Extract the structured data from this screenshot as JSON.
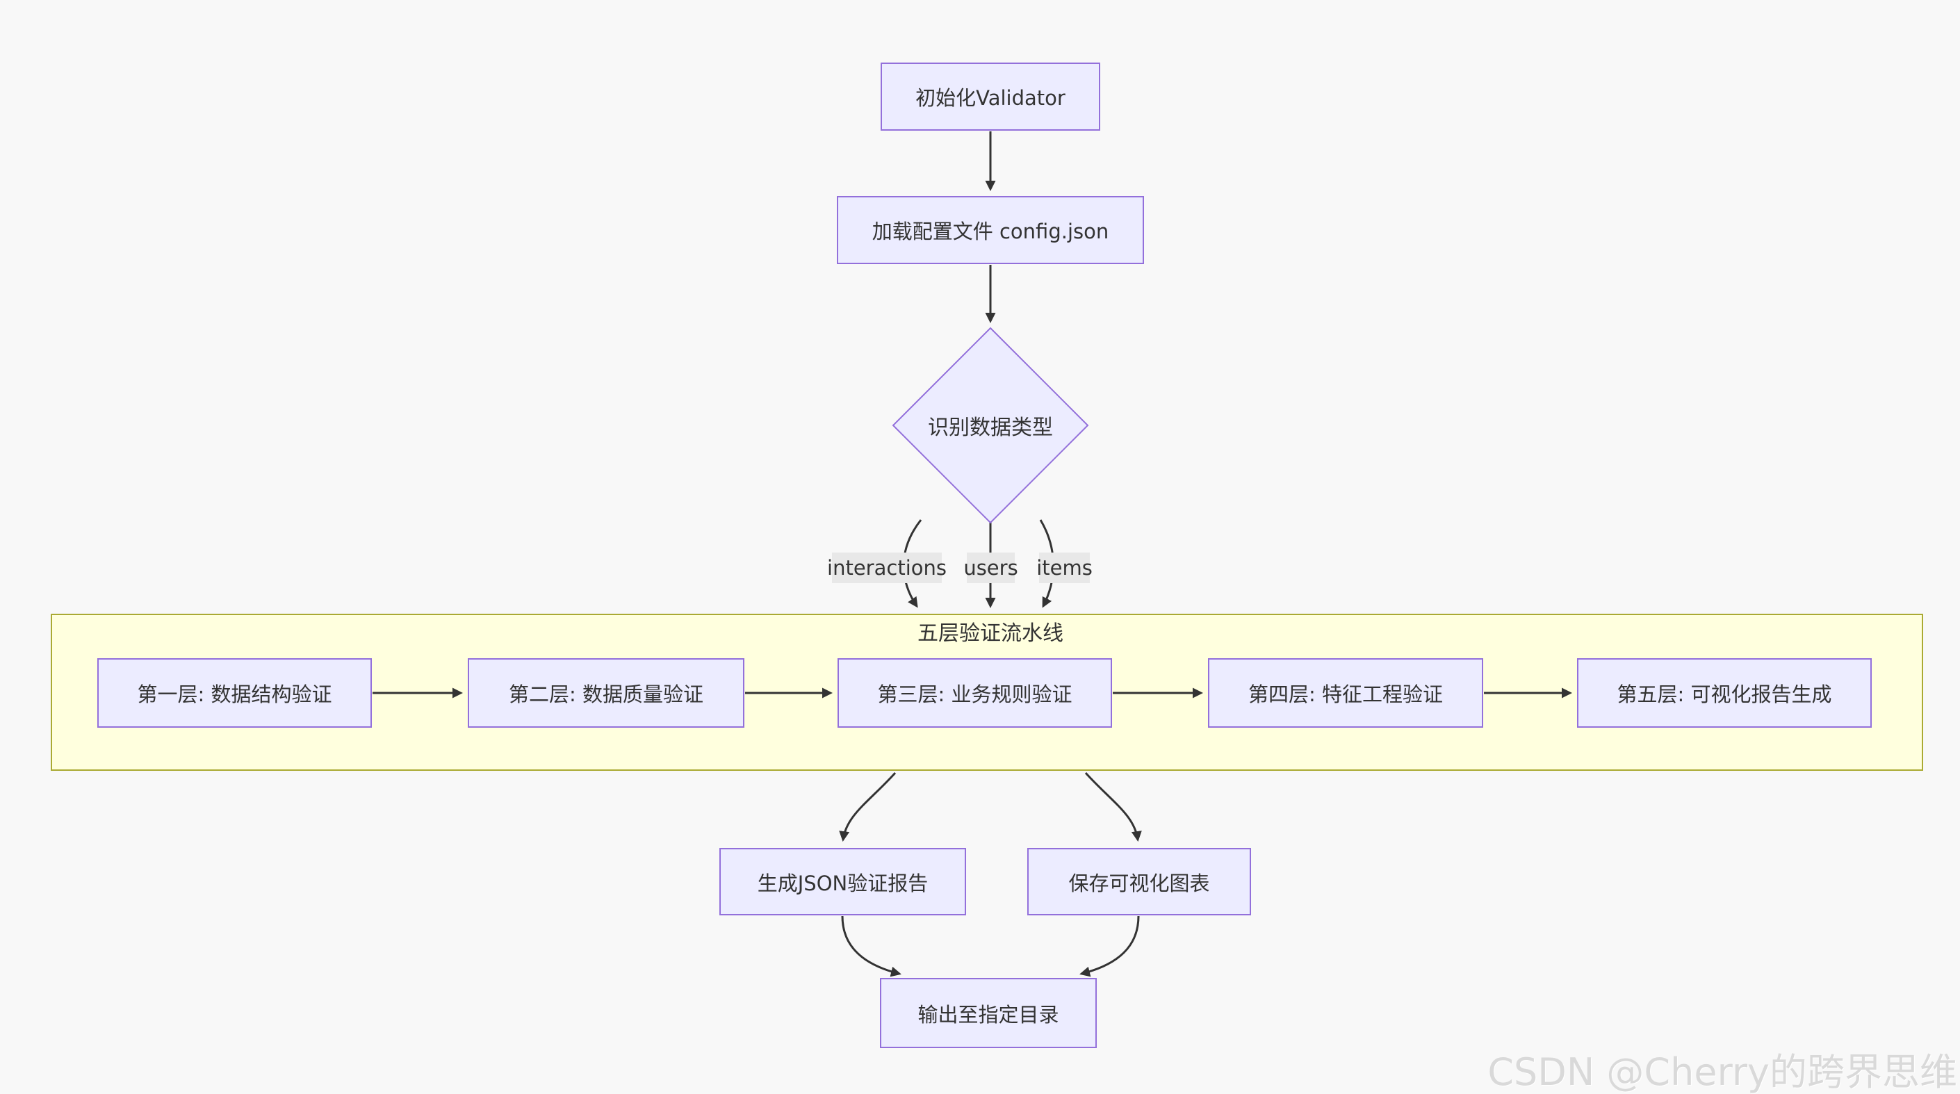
{
  "colors": {
    "background": "#f8f8f8",
    "node_fill": "#ECECFF",
    "node_border": "#9370DB",
    "subgraph_fill": "#FFFFDE",
    "subgraph_border": "#AAAA33",
    "edge": "#333333",
    "edge_label_bg": "#e8e8e8",
    "text": "#333333"
  },
  "flowchart": {
    "nodes": {
      "init": {
        "label": "初始化Validator"
      },
      "config": {
        "label": "加载配置文件 config.json"
      },
      "decision": {
        "label": "识别数据类型"
      },
      "layer1": {
        "label": "第一层: 数据结构验证"
      },
      "layer2": {
        "label": "第二层: 数据质量验证"
      },
      "layer3": {
        "label": "第三层: 业务规则验证"
      },
      "layer4": {
        "label": "第四层: 特征工程验证"
      },
      "layer5": {
        "label": "第五层: 可视化报告生成"
      },
      "json_report": {
        "label": "生成JSON验证报告"
      },
      "save_charts": {
        "label": "保存可视化图表"
      },
      "output": {
        "label": "输出至指定目录"
      }
    },
    "subgraph": {
      "title": "五层验证流水线"
    },
    "edge_labels": {
      "interactions": "interactions",
      "users": "users",
      "items": "items"
    }
  },
  "watermark": {
    "text": "CSDN @Cherry的跨界思维"
  }
}
